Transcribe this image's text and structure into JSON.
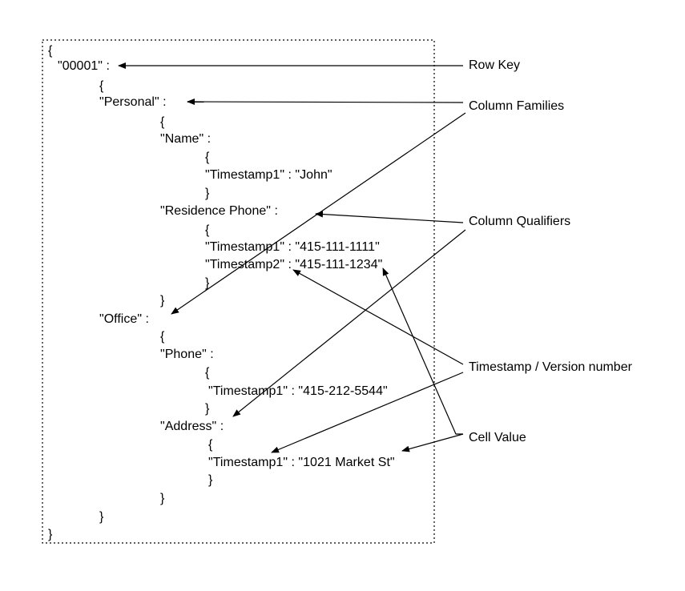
{
  "code_lines": [
    "{",
    "\"00001\" :",
    "{",
    "\"Personal\" :",
    "{",
    "\"Name\" :",
    "{",
    "\"Timestamp1\" : \"John\"",
    "}",
    "\"Residence Phone\" :",
    "{",
    "\"Timestamp1\" : \"415-111-1111\"",
    "\"Timestamp2\" : \"415-111-1234\"",
    "}",
    "}",
    "\"Office\" :",
    "{",
    "\"Phone\" :",
    "{",
    "\"Timestamp1\" : \"415-212-5544\"",
    "}",
    "\"Address\" :",
    "{",
    "\"Timestamp1\" : \"1021 Market St\"",
    "}",
    "}",
    "}",
    "}"
  ],
  "callouts": {
    "row_key": "Row Key",
    "column_families": "Column Families",
    "column_qualifiers": "Column Qualifiers",
    "timestamp_version": "Timestamp / Version number",
    "cell_value": "Cell Value"
  },
  "colors": {
    "text": "#000000",
    "line": "#000000",
    "background": "#ffffff"
  }
}
